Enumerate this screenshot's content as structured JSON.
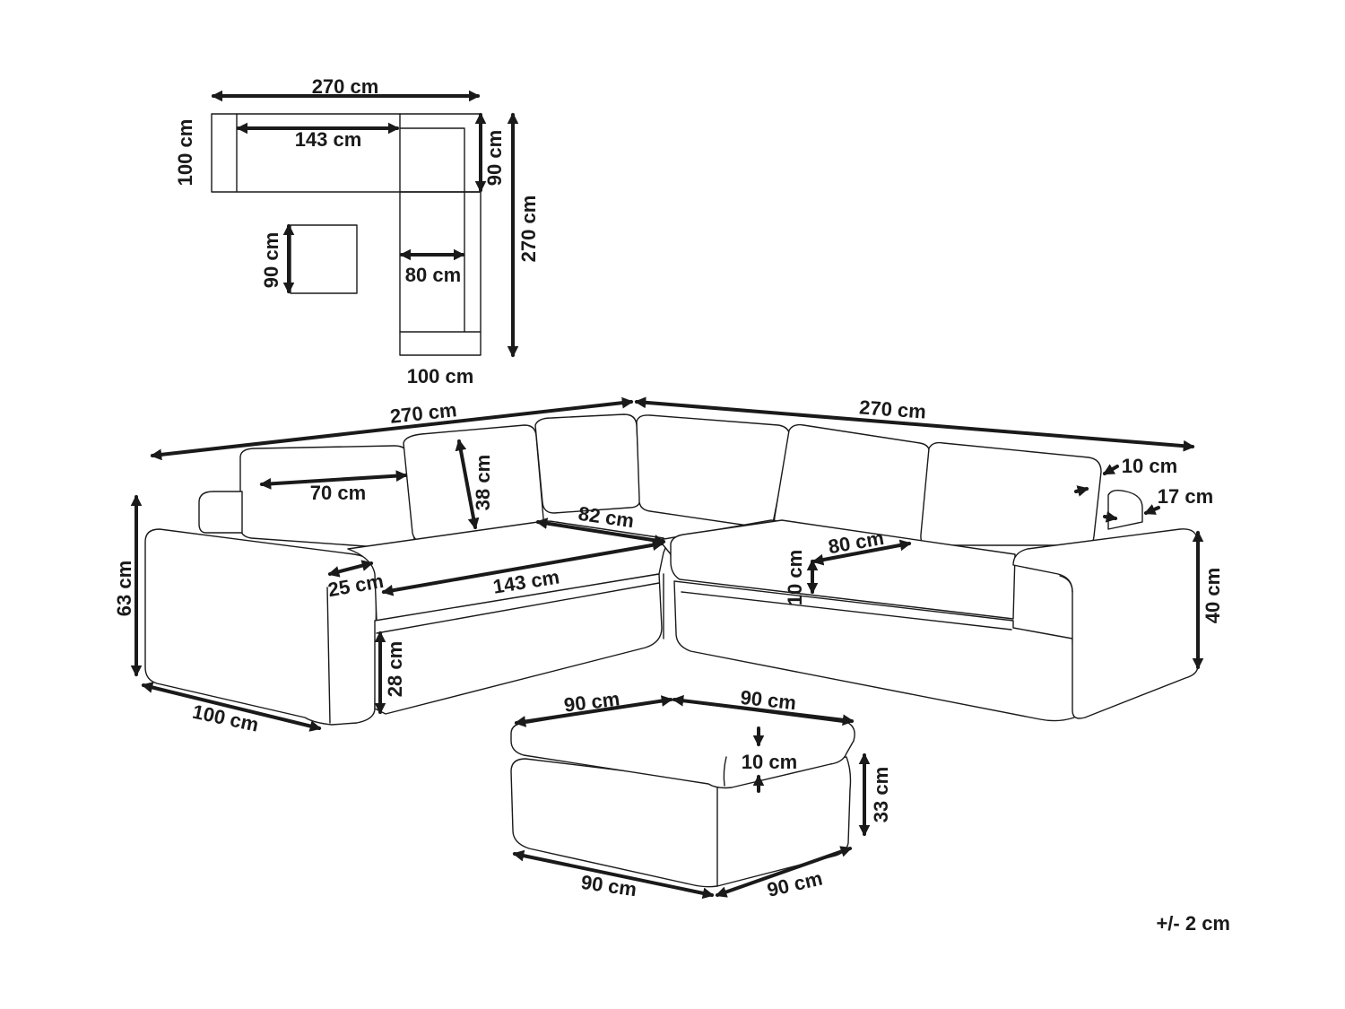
{
  "plan": {
    "overall_width": "270 cm",
    "overall_depth": "270 cm",
    "seat_depth": "100 cm",
    "inner_seat_length": "143 cm",
    "corner_depth": "90 cm",
    "chaise_inner_width": "80 cm",
    "chaise_width": "100 cm",
    "ottoman_size": "90 cm"
  },
  "sofa": {
    "left_length": "270 cm",
    "right_length": "270 cm",
    "cushion_width": "70 cm",
    "cushion_height": "38 cm",
    "corner_seat": "82 cm",
    "seat_length": "143 cm",
    "arm_width": "25 cm",
    "total_height": "63 cm",
    "seat_height": "28 cm",
    "side_depth": "100 cm",
    "seat_depth_right": "80 cm",
    "seat_cushion_thickness": "10 cm",
    "back_thickness": "10 cm",
    "arm_thickness": "17 cm",
    "arm_height": "40 cm"
  },
  "ottoman": {
    "top_left": "90 cm",
    "top_right": "90 cm",
    "top_cushion": "10 cm",
    "height": "33 cm",
    "bottom_left": "90 cm",
    "bottom_right": "90 cm"
  },
  "tolerance": "+/- 2 cm"
}
